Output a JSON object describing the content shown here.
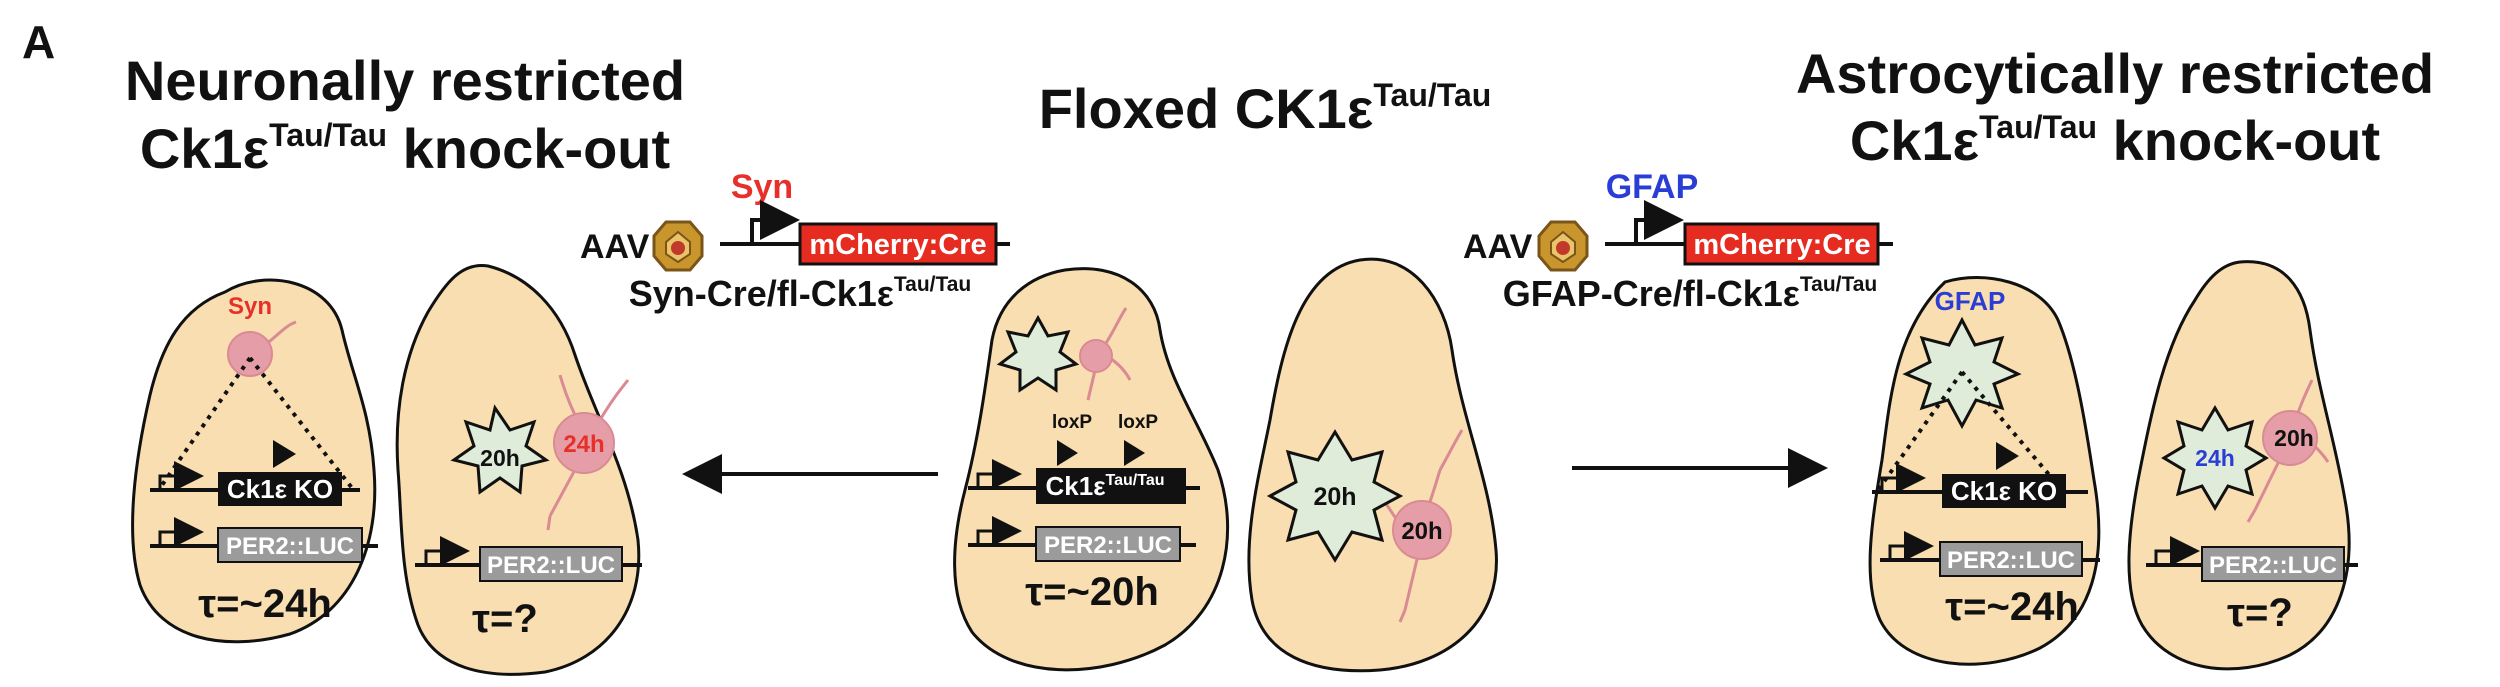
{
  "panel_label": "A",
  "colors": {
    "tissue_fill": "#f8deb0",
    "neuron": "#e59ea7",
    "neuron_stroke": "#d98a94",
    "star_fill": "#dfecd9",
    "cre_red": "#e62b20",
    "syn_red": "#e8302a",
    "gfap_blue": "#2a3ed6",
    "per2_gray": "#9b9b9b",
    "black": "#111111"
  },
  "titles": {
    "left_line1": "Neuronally restricted",
    "left_line2_pre": "Ck1",
    "left_line2_greek": "ε",
    "left_line2_sup": "Tau/Tau",
    "left_line2_post": " knock-out",
    "center_pre": "Floxed CK1",
    "center_greek": "ε",
    "center_sup": "Tau/Tau",
    "right_line1": "Astrocytically restricted",
    "right_line2_pre": "Ck1",
    "right_line2_greek": "ε",
    "right_line2_sup": "Tau/Tau",
    "right_line2_post": " knock-out"
  },
  "constructs": {
    "left": {
      "aav": "AAV",
      "promoter": "Syn",
      "cassette": "mCherry:Cre",
      "caption_pre": "Syn-Cre/fl-Ck1",
      "caption_greek": "ε",
      "caption_sup": "Tau/Tau"
    },
    "right": {
      "aav": "AAV",
      "promoter": "GFAP",
      "cassette": "mCherry:Cre",
      "caption_pre": "GFAP-Cre/fl-Ck1",
      "caption_greek": "ε",
      "caption_sup": "Tau/Tau"
    }
  },
  "tissues": {
    "syn_ko": {
      "cell_label": "Syn",
      "gene_pre": "Ck1",
      "gene_greek": "ε",
      "gene_post": " KO",
      "reporter": "PER2::LUC",
      "tau": "τ=~24h"
    },
    "syn_slice": {
      "star_period": "20h",
      "neuron_period": "24h",
      "reporter": "PER2::LUC",
      "tau": "τ=?"
    },
    "floxed": {
      "loxp_1": "loxP",
      "loxp_2": "loxP",
      "gene_pre": "Ck1",
      "gene_greek": "ε",
      "gene_sup": "Tau/Tau",
      "reporter": "PER2::LUC",
      "tau": "τ=~20h"
    },
    "floxed_slice": {
      "star_period": "20h",
      "neuron_period": "20h"
    },
    "gfap_ko": {
      "cell_label": "GFAP",
      "gene_pre": "Ck1",
      "gene_greek": "ε",
      "gene_post": " KO",
      "reporter": "PER2::LUC",
      "tau": "τ=~24h"
    },
    "gfap_slice": {
      "star_period": "24h",
      "neuron_period": "20h",
      "reporter": "PER2::LUC",
      "tau": "τ=?"
    }
  }
}
